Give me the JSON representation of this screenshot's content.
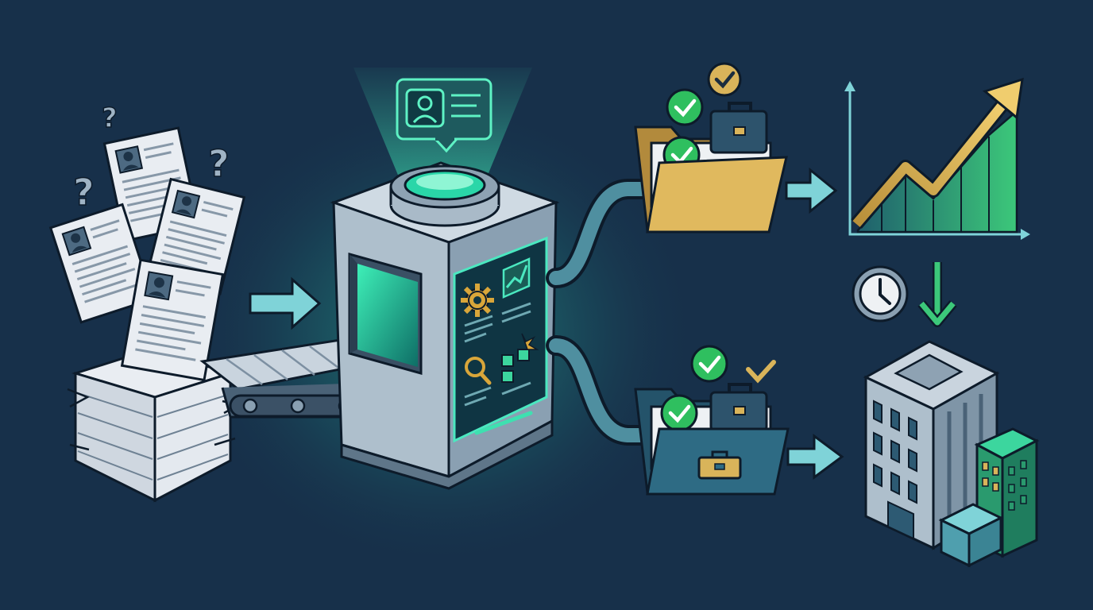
{
  "colors": {
    "background": "#17304a",
    "outline": "#0d1b2a",
    "teal_glow": "#3ee0b0",
    "gold": "#d9b45a",
    "check_green": "#2fbf5f",
    "arrow_teal": "#7fd3d8",
    "paper": "#e9edf2",
    "machine_body": "#b9cad6",
    "folder_blue": "#2e6b84"
  },
  "icons": [
    "question-mark-icon",
    "resume-document-icon",
    "paper-stack-icon",
    "conveyor-belt-icon",
    "screening-machine-icon",
    "profile-card-icon",
    "gear-icon",
    "chart-icon",
    "magnifier-icon",
    "shapes-icon",
    "check-icon",
    "briefcase-icon",
    "folder-icon",
    "growth-chart-icon",
    "clock-icon",
    "down-arrow-icon",
    "office-building-icon"
  ],
  "flow": [
    "unsorted-resumes",
    "screening-machine",
    "shortlisted-folders",
    "outcomes"
  ]
}
